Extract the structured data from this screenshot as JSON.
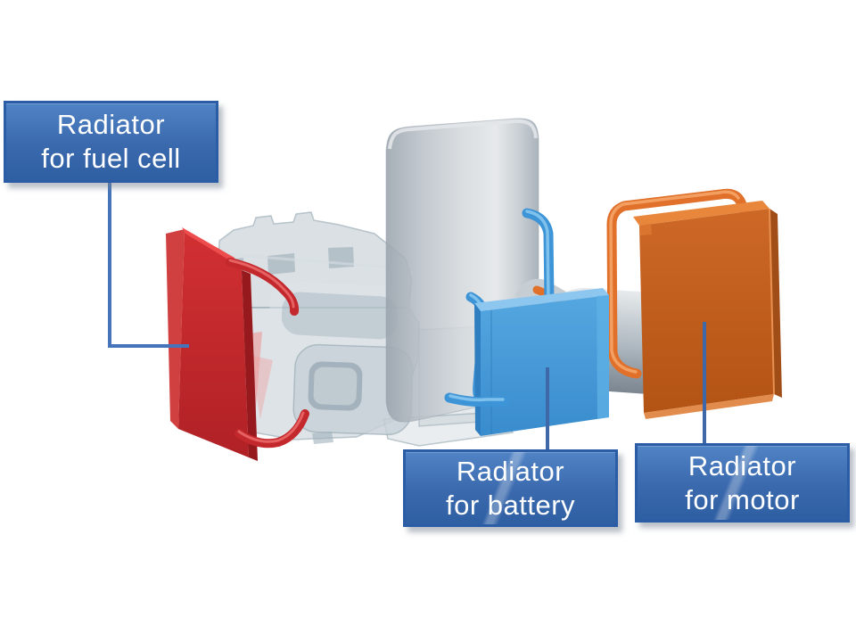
{
  "diagram": {
    "background": "#ffffff",
    "callouts": [
      {
        "id": "fuel-cell",
        "line1": "Radiator",
        "line2": "for fuel cell"
      },
      {
        "id": "battery",
        "line1": "Radiator",
        "line2": "for battery"
      },
      {
        "id": "motor",
        "line1": "Radiator",
        "line2": "for motor"
      }
    ],
    "colors": {
      "callout_top": "#5083c5",
      "callout_bottom": "#2f5fa3",
      "callout_border": "#2b5da7",
      "callout_text": "#ffffff",
      "leader_line": "#4574bb",
      "radiator_fuel_cell_red": "#c62a2e",
      "radiator_battery_blue": "#3f97d6",
      "radiator_motor_orange": "#c05c1f",
      "tube_red": "#c3282c",
      "tube_blue": "#3d94d6",
      "tube_orange": "#e0702a",
      "machinery_grey": "#b5c2ca"
    }
  }
}
